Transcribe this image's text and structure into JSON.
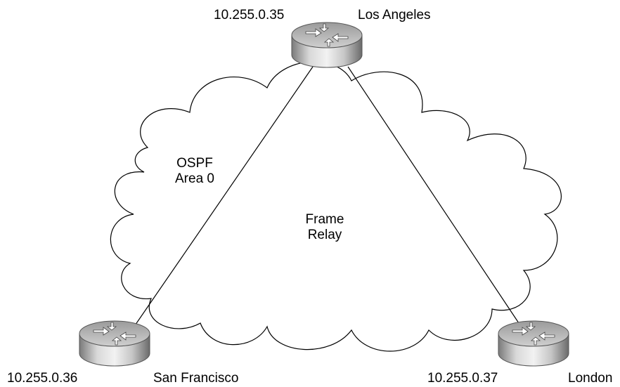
{
  "diagram": {
    "cloud_labels": {
      "ospf_line1": "OSPF",
      "ospf_line2": "Area 0",
      "frame_line1": "Frame",
      "frame_line2": "Relay"
    },
    "routers": [
      {
        "id": "los-angeles",
        "name": "Los Angeles",
        "ip": "10.255.0.35"
      },
      {
        "id": "san-francisco",
        "name": "San Francisco",
        "ip": "10.255.0.36"
      },
      {
        "id": "london",
        "name": "London",
        "ip": "10.255.0.37"
      }
    ],
    "links": [
      {
        "from": "los-angeles",
        "to": "san-francisco"
      },
      {
        "from": "los-angeles",
        "to": "london"
      }
    ],
    "colors": {
      "line": "#000000",
      "router_body": "#b8b8b8",
      "router_dark": "#6e6e6e",
      "background": "#ffffff"
    }
  }
}
